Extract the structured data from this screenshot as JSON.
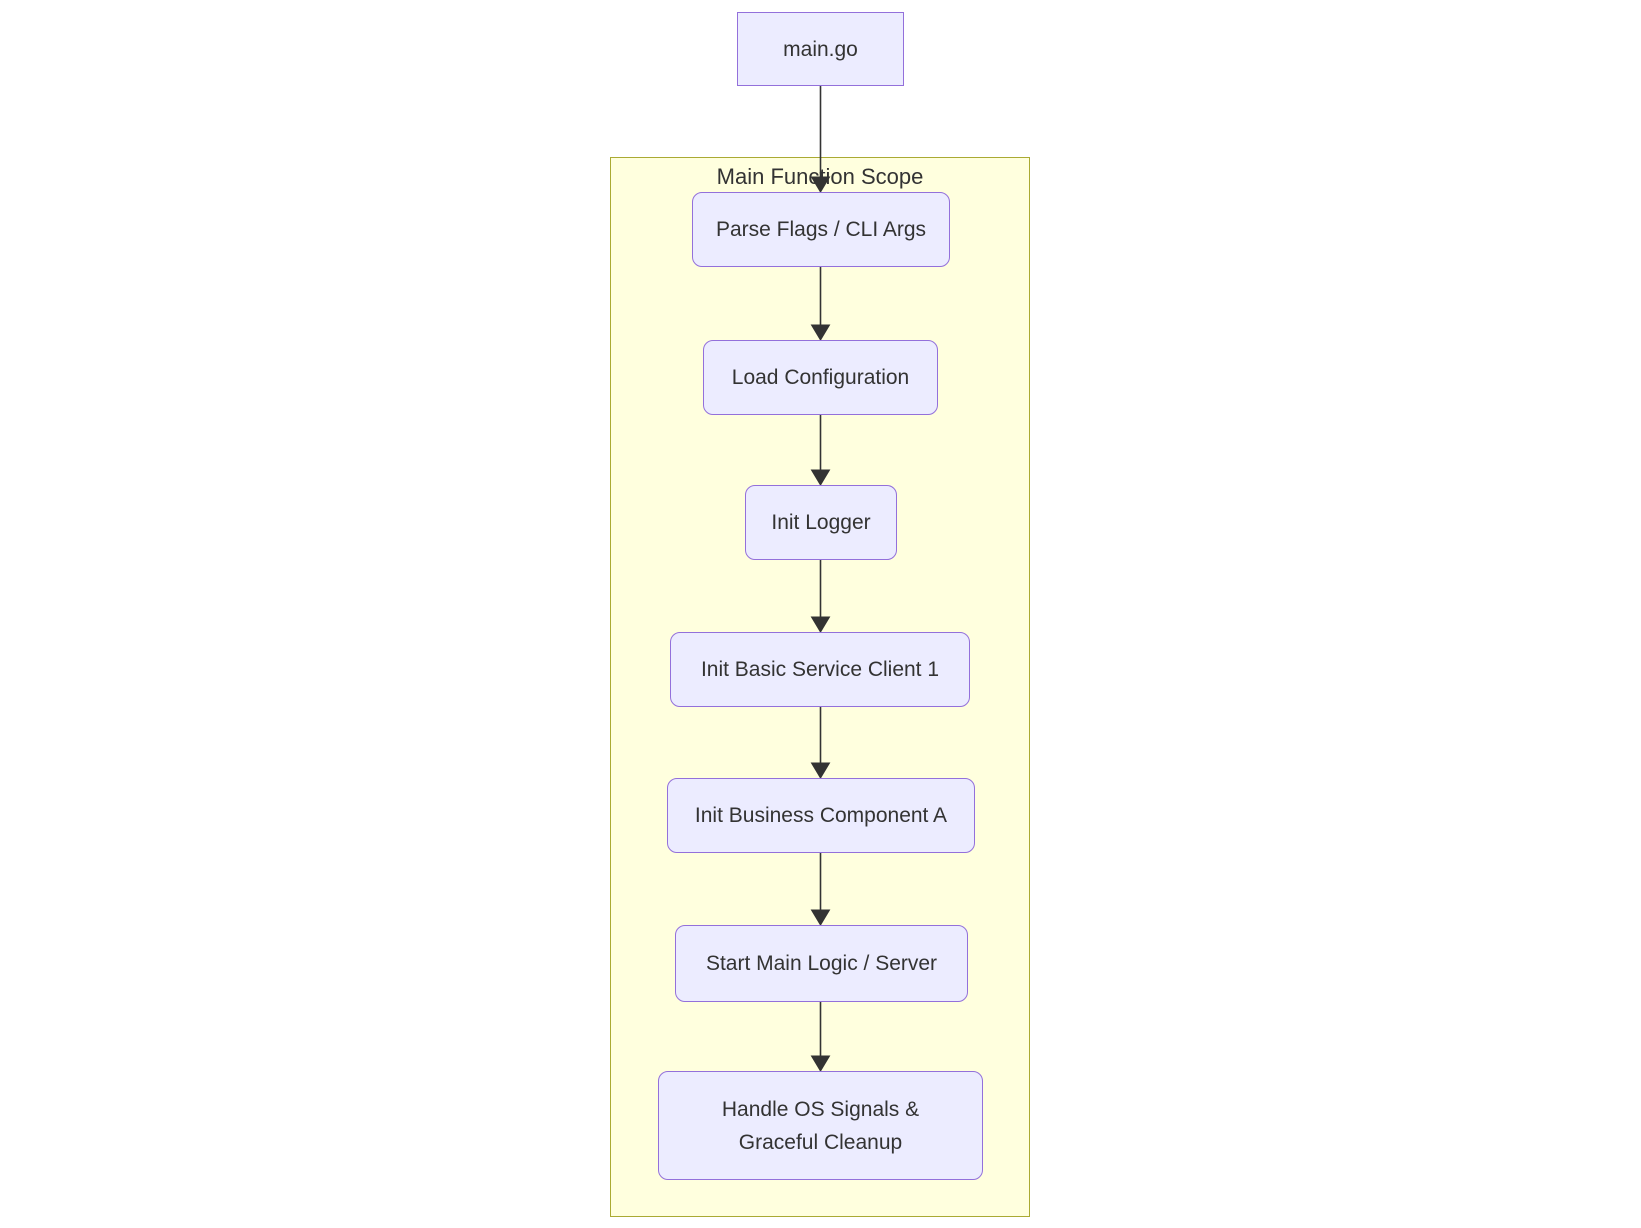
{
  "diagram": {
    "type": "flowchart",
    "direction": "top-down",
    "colors": {
      "background": "#FFFFFF",
      "node_fill": "#ECECFF",
      "node_border": "#9370DB",
      "cluster_fill": "#FFFFDE",
      "cluster_border": "#AAAA33",
      "edge": "#333333",
      "text": "#333333"
    },
    "cluster": {
      "title": "Main Function Scope",
      "contains": [
        "parse",
        "config",
        "logger",
        "client1",
        "componentA",
        "server",
        "signals"
      ]
    },
    "nodes": [
      {
        "id": "main",
        "label": "main.go",
        "shape": "rect"
      },
      {
        "id": "parse",
        "label": "Parse Flags / CLI Args",
        "shape": "rounded"
      },
      {
        "id": "config",
        "label": "Load Configuration",
        "shape": "rounded"
      },
      {
        "id": "logger",
        "label": "Init Logger",
        "shape": "rounded"
      },
      {
        "id": "client1",
        "label": "Init Basic Service Client 1",
        "shape": "rounded"
      },
      {
        "id": "componentA",
        "label": "Init Business Component A",
        "shape": "rounded"
      },
      {
        "id": "server",
        "label": "Start Main Logic / Server",
        "shape": "rounded"
      },
      {
        "id": "signals",
        "label": "Handle OS Signals &\nGraceful Cleanup",
        "shape": "rounded"
      }
    ],
    "edges": [
      {
        "from": "main",
        "to": "parse"
      },
      {
        "from": "parse",
        "to": "config"
      },
      {
        "from": "config",
        "to": "logger"
      },
      {
        "from": "logger",
        "to": "client1"
      },
      {
        "from": "client1",
        "to": "componentA"
      },
      {
        "from": "componentA",
        "to": "server"
      },
      {
        "from": "server",
        "to": "signals"
      }
    ]
  }
}
